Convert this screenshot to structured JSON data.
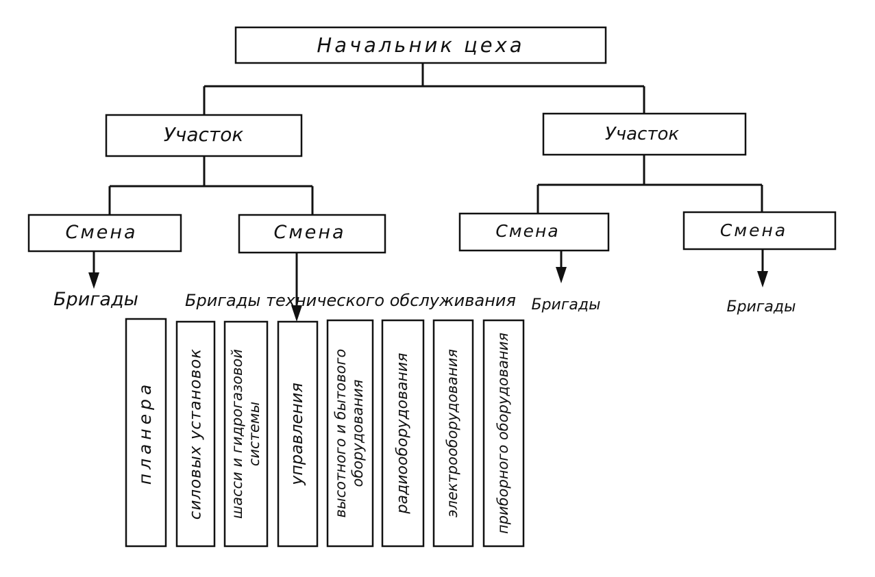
{
  "root": {
    "label": "Начальник цеха"
  },
  "sections": [
    {
      "label": "Участок"
    },
    {
      "label": "Участок"
    }
  ],
  "shifts": [
    {
      "label": "Смена"
    },
    {
      "label": "Смена"
    },
    {
      "label": "Смена"
    },
    {
      "label": "Смена"
    }
  ],
  "brigades_labels": [
    "Бригады",
    "Бригады",
    "Бригады"
  ],
  "maintenance": {
    "title": "Бригады технического обслуживания",
    "teams": [
      [
        "планера"
      ],
      [
        "силовых  установок"
      ],
      [
        "шасси и гидрогазовой",
        "системы"
      ],
      [
        "управления"
      ],
      [
        "высотного и бытового",
        "оборудования"
      ],
      [
        "радиооборудования"
      ],
      [
        "электрооборудования"
      ],
      [
        "приборного  оборудования"
      ]
    ]
  },
  "colors": {
    "ink": "#111111",
    "paper": "#ffffff"
  }
}
